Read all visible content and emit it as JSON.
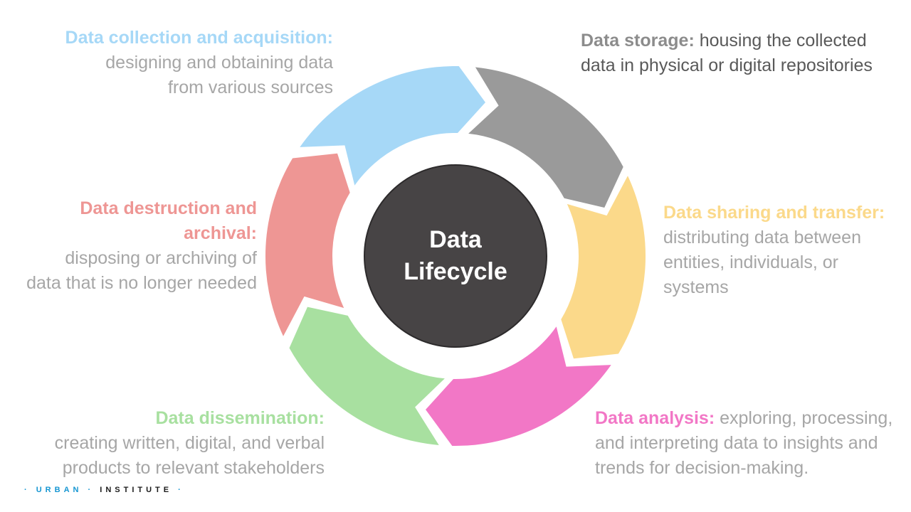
{
  "center": {
    "line1": "Data",
    "line2": "Lifecycle"
  },
  "stages": {
    "collection": {
      "title": "Data collection and acquisition:",
      "line1": "designing and obtaining data",
      "line2": "from various sources",
      "color": "#a6d8f7"
    },
    "storage": {
      "title": "Data storage:",
      "line1": " housing the collected",
      "line2": "data in physical or digital repositories",
      "color": "#9a9a9a"
    },
    "sharing": {
      "title": "Data sharing and transfer:",
      "line1": "distributing data between",
      "line2": "entities, individuals, or",
      "line3": "systems",
      "color": "#fbd98a"
    },
    "analysis": {
      "title": "Data analysis:",
      "line1": " exploring, processing,",
      "line2": "and interpreting data to insights and",
      "line3": "trends for decision-making.",
      "color": "#f277c6"
    },
    "dissemination": {
      "title": "Data dissemination:",
      "line1": "creating written, digital, and verbal",
      "line2": "products to relevant stakeholders",
      "color": "#a8e0a0"
    },
    "destruction": {
      "title_line1": "Data destruction and",
      "title_line2": "archival:",
      "line1": "disposing or archiving of",
      "line2": "data that is no longer needed",
      "color": "#ee9694"
    }
  },
  "logo": {
    "part1": "URBAN",
    "part2": "INSTITUTE"
  }
}
